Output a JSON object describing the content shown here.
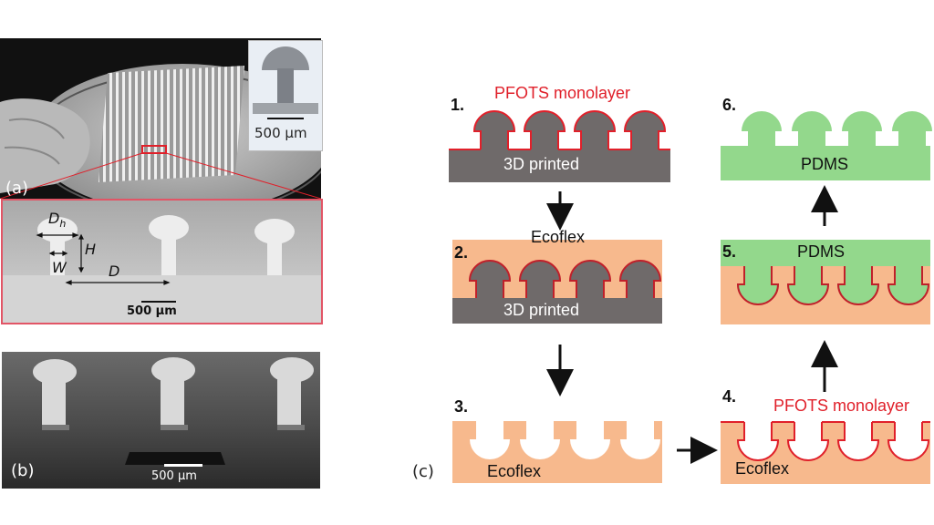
{
  "panel_a": {
    "label": "(a)",
    "inset_scale": "500 µm",
    "zoom_scale": "500 µm",
    "dims": {
      "dh": "D",
      "dh_sub": "h",
      "h": "H",
      "w": "W",
      "d": "D"
    }
  },
  "panel_b": {
    "label": "(b)",
    "scale": "500 µm"
  },
  "panel_c": {
    "label": "(c)",
    "steps": {
      "s1": {
        "num": "1.",
        "note": "PFOTS monolayer",
        "base": "3D printed"
      },
      "s2": {
        "num": "2.",
        "top": "Ecoflex",
        "base": "3D printed"
      },
      "s3": {
        "num": "3.",
        "mold": "Ecoflex"
      },
      "s4": {
        "num": "4.",
        "note": "PFOTS monolayer",
        "mold": "Ecoflex"
      },
      "s5": {
        "num": "5.",
        "top": "PDMS"
      },
      "s6": {
        "num": "6.",
        "base": "PDMS"
      }
    }
  },
  "colors": {
    "gray": "#6f6a6a",
    "ecoflex": "#f7b98d",
    "pdms": "#93d88c",
    "monolayer": "#e0202a"
  }
}
